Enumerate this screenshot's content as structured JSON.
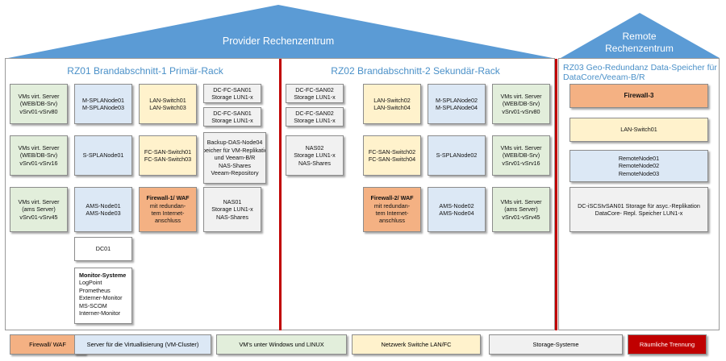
{
  "roofs": {
    "provider": {
      "title": "Provider Rechenzentrum",
      "color": "#5b9bd5"
    },
    "remote": {
      "title_line1": "Remote",
      "title_line2": "Rechenzentrum",
      "color": "#5b9bd5"
    }
  },
  "racks": {
    "rz01": {
      "title": "RZ01 Brandabschnitt-1 Primär-Rack"
    },
    "rz02": {
      "title": "RZ02 Brandabschnitt-2 Sekundär-Rack"
    },
    "rz03": {
      "title_line1": "RZ03 Geo-Redundanz Data-Speicher für",
      "title_line2": "DataCore/Veeam-B/R"
    }
  },
  "boxes": [
    {
      "id": "rz01-vms-web-1",
      "color": "green",
      "lines": [
        "VMs virt. Server",
        "(WEB/DB-Srv)",
        "vSrv01-vSrv80"
      ]
    },
    {
      "id": "rz01-mspla",
      "color": "blue",
      "lines": [
        "M-SPLANode01",
        "M-SPLANode03"
      ]
    },
    {
      "id": "rz01-lan",
      "color": "yellow",
      "lines": [
        "LAN-Switch01",
        "LAN-Switch03"
      ]
    },
    {
      "id": "rz01-dcfc-a",
      "color": "gray",
      "lines": [
        "DC-FC-SAN01",
        "Storage LUN1-x"
      ]
    },
    {
      "id": "rz01-dcfc-b",
      "color": "gray",
      "lines": [
        "DC-FC-SAN01",
        "Storage LUN1-x"
      ]
    },
    {
      "id": "rz01-vms-web-2",
      "color": "green",
      "lines": [
        "VMs virt. Server",
        "(WEB/DB-Srv)",
        "vSrv01-vSrv16"
      ]
    },
    {
      "id": "rz01-sspla",
      "color": "blue",
      "lines": [
        "S-SPLANode01"
      ]
    },
    {
      "id": "rz01-fcsan",
      "color": "yellow",
      "lines": [
        "FC-SAN-Switch01",
        "FC-SAN-Switch03"
      ]
    },
    {
      "id": "rz01-backup",
      "color": "gray",
      "lines": [
        "Backup-DAS-Node04",
        "Speicher für VM-Replikation",
        "und Veeam-B/R",
        "NAS-Shares",
        "Veeam-Repository"
      ]
    },
    {
      "id": "rz01-vms-ams",
      "color": "green",
      "lines": [
        "VMs virt. Server",
        "(ams Server)",
        "vSrv01-vSrv45"
      ]
    },
    {
      "id": "rz01-ams",
      "color": "blue",
      "lines": [
        "AMS-Node01",
        "AMS-Node03"
      ]
    },
    {
      "id": "rz01-firewall",
      "color": "orange",
      "bold_first": true,
      "lines": [
        "Firewall-1/ WAF",
        "mit redundan-",
        "tem Internet-",
        "anschluss"
      ]
    },
    {
      "id": "rz01-nas",
      "color": "gray",
      "lines": [
        "NAS01",
        "Storage LUN1-x",
        "NAS-Shares"
      ]
    },
    {
      "id": "rz01-dc01",
      "color": "white",
      "lines": [
        "DC01"
      ]
    },
    {
      "id": "rz01-monitor",
      "color": "white",
      "left": true,
      "bold_first": true,
      "lines": [
        "Monitor-Systeme",
        "LogPoint",
        "Prometheus",
        "Externer-Monitor",
        "MS-SCOM",
        "Interner-Monitor"
      ]
    },
    {
      "id": "rz02-dcfc-a",
      "color": "gray",
      "lines": [
        "DC-FC-SAN02",
        "Storage LUN1-x"
      ]
    },
    {
      "id": "rz02-dcfc-b",
      "color": "gray",
      "lines": [
        "DC-FC-SAN02",
        "Storage LUN1-x"
      ]
    },
    {
      "id": "rz02-lan",
      "color": "yellow",
      "lines": [
        "LAN-Switch02",
        "LAN-Switch04"
      ]
    },
    {
      "id": "rz02-mspla",
      "color": "blue",
      "lines": [
        "M-SPLANode02",
        "M-SPLANode04"
      ]
    },
    {
      "id": "rz02-vms-web-1",
      "color": "green",
      "lines": [
        "VMs virt. Server",
        "(WEB/DB-Srv)",
        "vSrv01-vSrv80"
      ]
    },
    {
      "id": "rz02-nas",
      "color": "gray",
      "lines": [
        "NAS02",
        "Storage LUN1-x",
        "NAS-Shares"
      ]
    },
    {
      "id": "rz02-fcsan",
      "color": "yellow",
      "lines": [
        "FC-SAN-Switch02",
        "FC-SAN-Switch04"
      ]
    },
    {
      "id": "rz02-sspla",
      "color": "blue",
      "lines": [
        "S-SPLANode02"
      ]
    },
    {
      "id": "rz02-vms-web-2",
      "color": "green",
      "lines": [
        "VMs virt. Server",
        "(WEB/DB-Srv)",
        "vSrv01-vSrv16"
      ]
    },
    {
      "id": "rz02-firewall",
      "color": "orange",
      "bold_first": true,
      "lines": [
        "Firewall-2/ WAF",
        "mit redundan-",
        "tem Internet-",
        "anschluss"
      ]
    },
    {
      "id": "rz02-ams",
      "color": "blue",
      "lines": [
        "AMS-Node02",
        "AMS-Node04"
      ]
    },
    {
      "id": "rz02-vms-ams",
      "color": "green",
      "lines": [
        "VMs virt. Server",
        "(ams Server)",
        "vSrv01-vSrv45"
      ]
    },
    {
      "id": "rz03-firewall",
      "color": "orange",
      "bold_first": true,
      "lines": [
        "Firewall-3"
      ]
    },
    {
      "id": "rz03-lan",
      "color": "yellow",
      "lines": [
        "LAN-Switch01"
      ]
    },
    {
      "id": "rz03-remote",
      "color": "blue",
      "lines": [
        "RemoteNode01",
        "RemoteNode02",
        "RemoteNode03"
      ]
    },
    {
      "id": "rz03-iscsi",
      "color": "gray",
      "lines": [
        "DC-iSCSIvSAN01 Storage für asyc.-Replikation",
        "DataCore- Repl. Speicher LUN1-x"
      ]
    }
  ],
  "legend": [
    {
      "id": "firewall",
      "label": "Firewall/ WAF",
      "color": "orange"
    },
    {
      "id": "server",
      "label": "Server für die Virtuallisierung (VM-Cluster)",
      "color": "blue"
    },
    {
      "id": "vms",
      "label": "VM's unter Windows und LINUX",
      "color": "green"
    },
    {
      "id": "network",
      "label": "Netzwerk Switche LAN/FC",
      "color": "yellow"
    },
    {
      "id": "storage",
      "label": "Storage-Systeme",
      "color": "gray"
    },
    {
      "id": "separation",
      "label": "Räumliche Trennung",
      "color": "red"
    }
  ],
  "colors": {
    "roof": "#5b9bd5",
    "separator": "#c00000",
    "rack_title": "#4a90c8"
  }
}
